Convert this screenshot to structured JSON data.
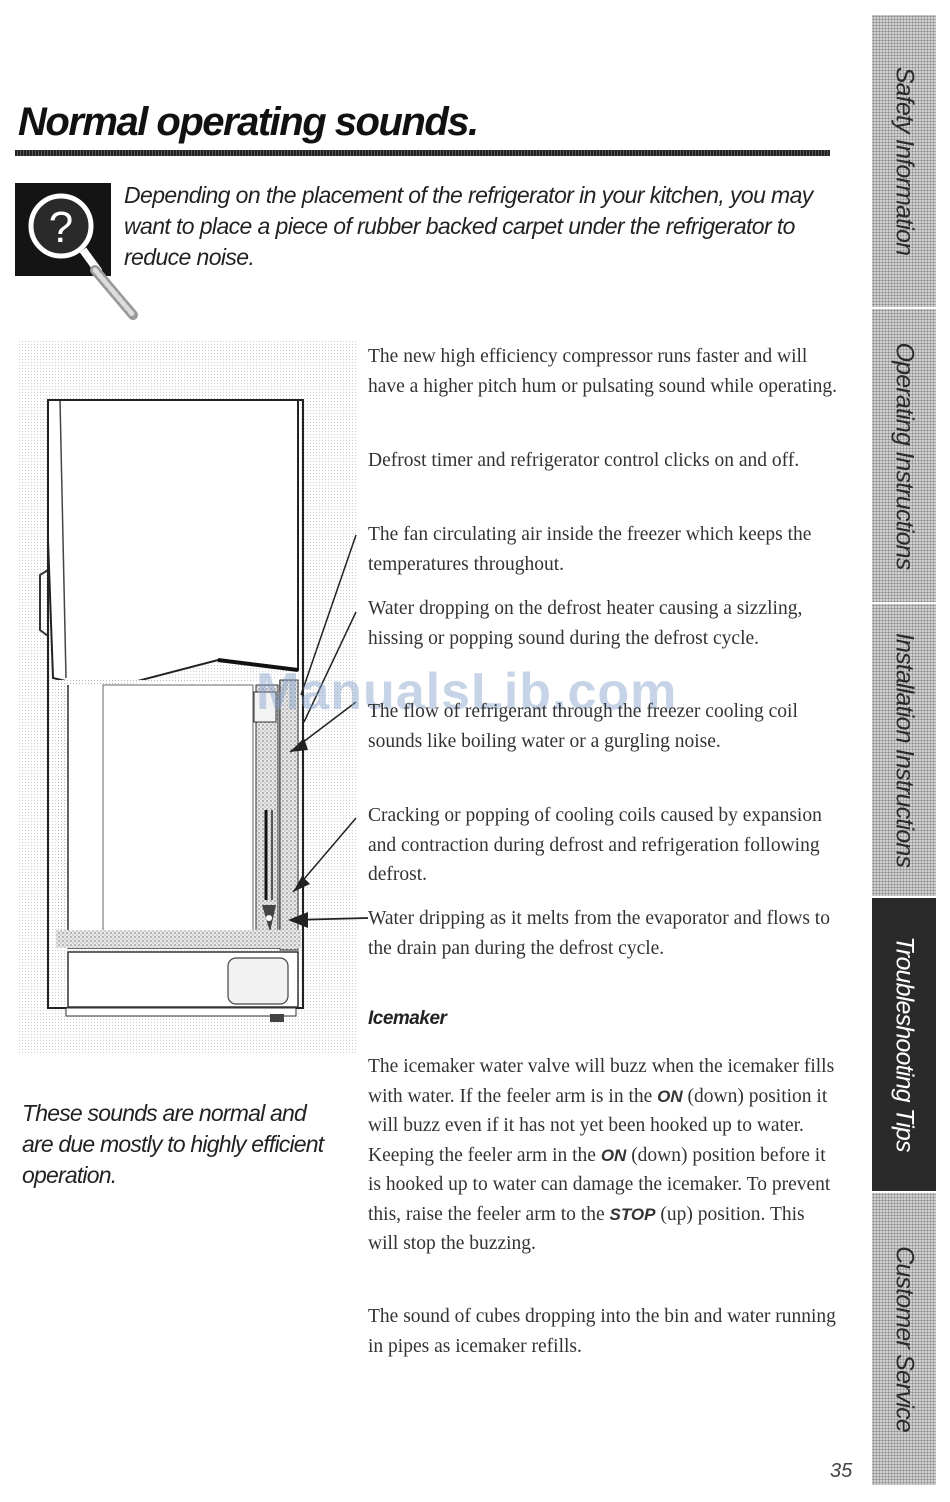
{
  "page": {
    "title": "Normal operating sounds.",
    "page_number": "35"
  },
  "tip": {
    "icon": "question-magnifier-icon",
    "text": "Depending on the placement of the refrigerator in your kitchen, you may want to place a piece of rubber backed carpet under the refrigerator to reduce noise."
  },
  "watermark": "ManualsLib.com",
  "note": "These sounds are normal and are due mostly to highly efficient operation.",
  "sounds": [
    "The new high efficiency compressor runs faster and will have a higher pitch hum or pulsating sound while operating.",
    "Defrost timer and refrigerator control clicks on and off.",
    "The fan circulating air inside the freezer which keeps the temperatures throughout.",
    "Water dropping on the defrost heater causing a sizzling, hissing or popping sound during the defrost cycle.",
    "The flow of refrigerant through the freezer cooling coil sounds like boiling water or a gurgling noise.",
    "Cracking or popping of cooling coils caused by expansion and contraction during defrost and refrigeration following defrost.",
    "Water dripping as it melts from the evaporator and flows to the drain pan during the defrost cycle."
  ],
  "icemaker": {
    "heading": "Icemaker",
    "p1_a": "The icemaker water valve will buzz when the icemaker fills with water. If the feeler arm is in the ",
    "on1": "ON",
    "p1_b": " (down) position it will buzz even if it has not yet been hooked up to water. Keeping the feeler arm in the ",
    "on2": "ON",
    "p1_c": " (down) position before it is hooked up to water can damage the icemaker. To prevent this, raise the feeler arm to the ",
    "stop": "STOP",
    "p1_d": " (up) position. This will stop the buzzing.",
    "p2": "The sound of cubes dropping into the bin and water running in pipes as icemaker refills."
  },
  "tabs": [
    {
      "label": "Safety Information",
      "active": false
    },
    {
      "label": "Operating Instructions",
      "active": false
    },
    {
      "label": "Installation Instructions",
      "active": false
    },
    {
      "label": "Troubleshooting Tips",
      "active": true
    },
    {
      "label": "Customer Service",
      "active": false
    }
  ]
}
